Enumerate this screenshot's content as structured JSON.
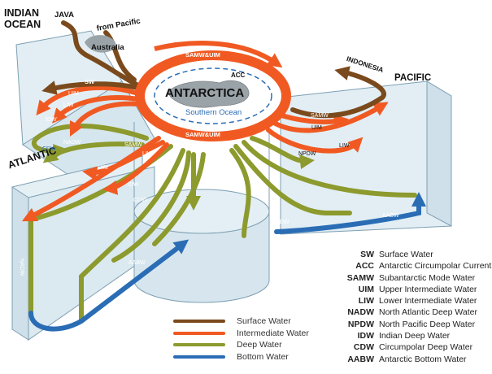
{
  "regions": {
    "indian_ocean": "INDIAN\nOCEAN",
    "atlantic": "ATLANTIC",
    "pacific": "PACIFIC",
    "antarctica": "ANTARCTICA",
    "southern_ocean": "Southern Ocean"
  },
  "places": {
    "java": "JAVA",
    "from_pacific": "from Pacific",
    "australia": "Australia",
    "indonesia": "INDONESIA"
  },
  "flow_labels": {
    "samw_uim_top": "SAMW&UIM",
    "samw_uim_bottom": "SAMW&UIM",
    "acc": "ACC",
    "sw": "SW",
    "uim_indian": "UIM",
    "liw_indian": "LIW",
    "idw_left": "IDW",
    "nadw_indian": "NADW",
    "cdw_indian": "CDW",
    "samw_atl": "SAMW",
    "uim_atl": "UIM",
    "liw_atl": "LIW",
    "idw_atl": "IDW",
    "cdw_atl": "CDW",
    "nadw_atl": "NADW",
    "aabw_atl": "AABW",
    "idw_center": "IDW",
    "samw_pac": "SAMW",
    "uim_pac": "UIM",
    "liw_pac": "LIW",
    "npdw": "NPDW",
    "idw_pac": "IDW",
    "aabw_pac": "AABW"
  },
  "legend": [
    {
      "label": "Surface Water",
      "color": "#7a4a1c"
    },
    {
      "label": "Intermediate Water",
      "color": "#f05a22"
    },
    {
      "label": "Deep Water",
      "color": "#8c9a2e"
    },
    {
      "label": "Bottom Water",
      "color": "#2a6db5"
    }
  ],
  "abbreviations": [
    {
      "code": "SW",
      "meaning": "Surface Water"
    },
    {
      "code": "ACC",
      "meaning": "Antarctic Circumpolar Current"
    },
    {
      "code": "SAMW",
      "meaning": "Subantarctic Mode Water"
    },
    {
      "code": "UIM",
      "meaning": "Upper Intermediate Water"
    },
    {
      "code": "LIW",
      "meaning": "Lower Intermediate Water"
    },
    {
      "code": "NADW",
      "meaning": "North Atlantic Deep Water"
    },
    {
      "code": "NPDW",
      "meaning": "North Pacific Deep Water"
    },
    {
      "code": "IDW",
      "meaning": "Indian Deep Water"
    },
    {
      "code": "CDW",
      "meaning": "Circumpolar Deep Water"
    },
    {
      "code": "AABW",
      "meaning": "Antarctic Bottom Water"
    }
  ],
  "colors": {
    "surface": "#7a4a1c",
    "intermediate": "#f05a22",
    "deep": "#8c9a2e",
    "bottom": "#2a6db5",
    "basin_fill": "#e2eef4",
    "basin_edge": "#7d9fb2"
  }
}
